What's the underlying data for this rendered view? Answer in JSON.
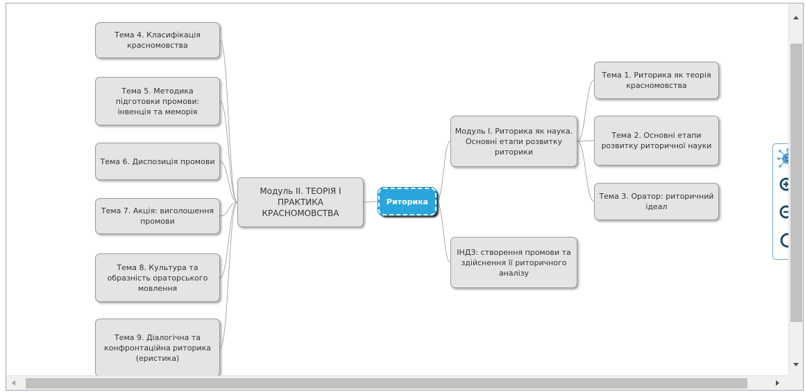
{
  "mindmap": {
    "root": "Риторика",
    "left_branch": {
      "label": "Модуль ІІ. ТЕОРІЯ І ПРАКТИКА КРАСНОМОВСТВА",
      "topics": [
        "Тема 4. Класифікація красномовства",
        "Тема 5. Методика підготовки промови: інвенція та меморія",
        "Тема 6. Диспозиція промови",
        "Тема 7. Акція: виголошення промови",
        "Тема 8.  Культура та образність ораторського мовлення",
        "Тема 9. Діалогічна та конфронтаційна риторика (еристика)"
      ]
    },
    "right_branches": [
      {
        "label": "Модуль І. Риторика як наука. Основні етапи розвитку риторики",
        "topics": [
          "Тема 1. Риторика як теорія красномовства",
          "Тема 2. Основні етапи розвитку риторичної науки",
          "Тема 3. Оратор: риторичний ідеал"
        ]
      },
      {
        "label": "ІНДЗ: створення промови та здійснення її риторичного аналізу",
        "topics": []
      }
    ]
  },
  "colors": {
    "node_fill": "#e4e4e4",
    "node_border": "#9a9a9a",
    "root_fill": "#2aa6dc",
    "link": "#a8a8a8",
    "zoom_accent": "#1a5e8c"
  },
  "icons": {
    "panel_icon": "mindmap-logo-icon",
    "zoom_in": "zoom-in-icon",
    "zoom_out": "zoom-out-icon",
    "reset": "zoom-reset-icon"
  }
}
